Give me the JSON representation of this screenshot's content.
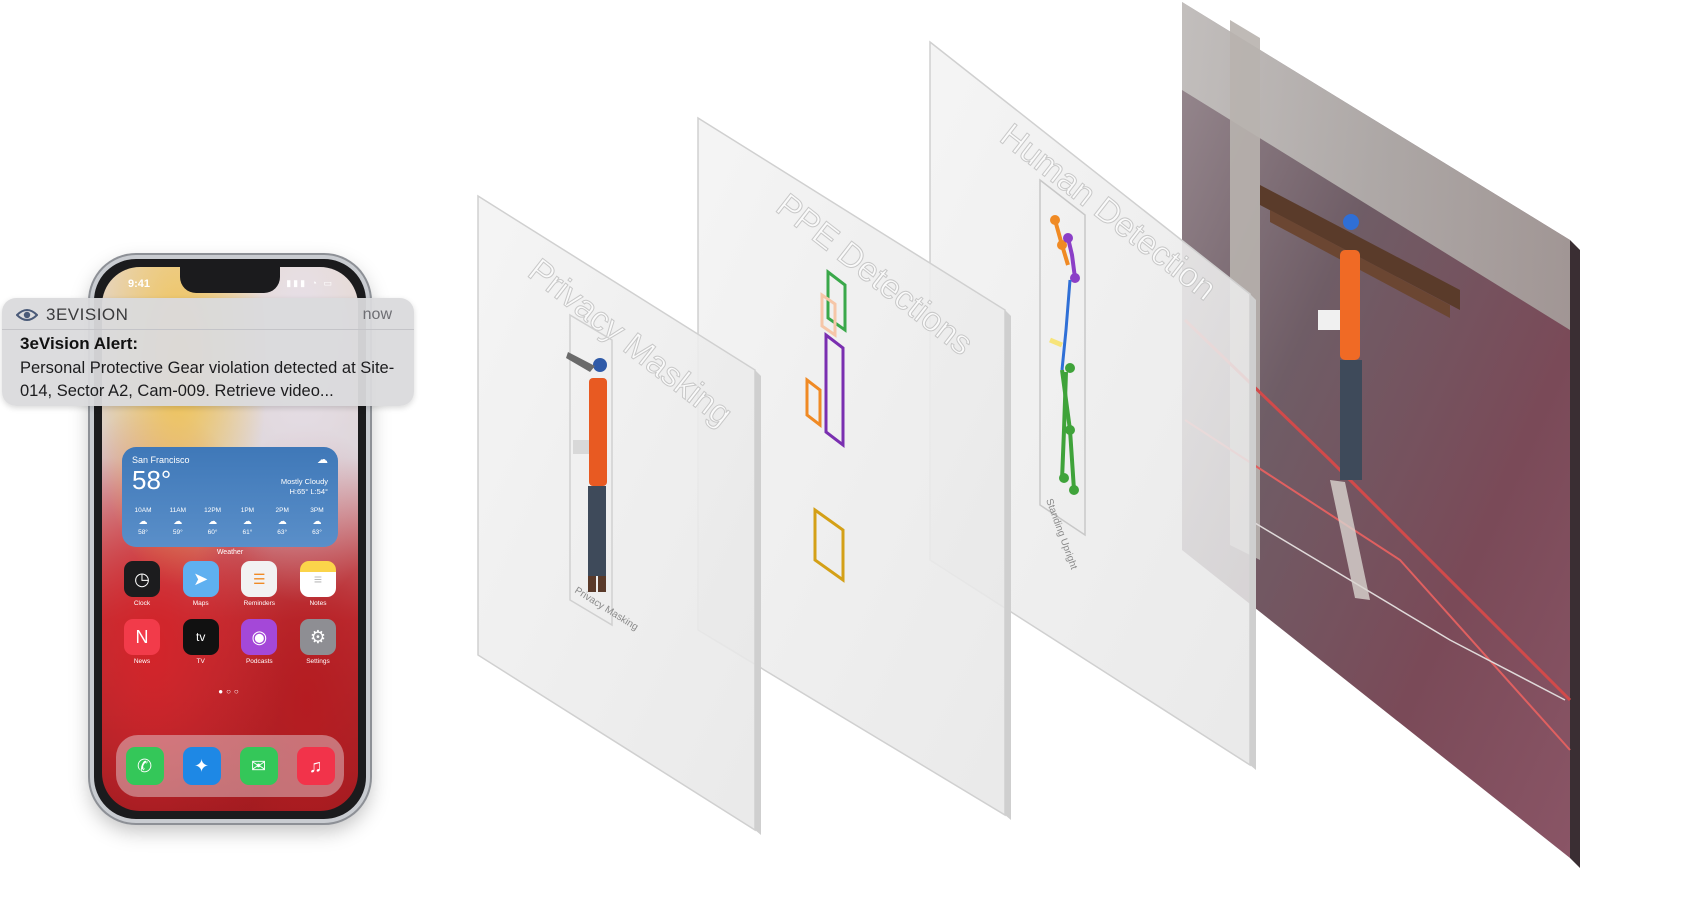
{
  "notification": {
    "app_name": "3EVISION",
    "time": "now",
    "title": "3eVision Alert:",
    "body": "Personal Protective Gear violation detected at Site-014, Sector A2, Cam-009. Retrieve video..."
  },
  "phone": {
    "status_time": "9:41",
    "weather": {
      "city": "San Francisco",
      "temp": "58°",
      "condition": "Mostly Cloudy",
      "high_low": "H:65° L:54°",
      "caption": "Weather",
      "hours": [
        {
          "time": "10AM",
          "temp": "58°"
        },
        {
          "time": "11AM",
          "temp": "59°"
        },
        {
          "time": "12PM",
          "temp": "60°"
        },
        {
          "time": "1PM",
          "temp": "61°"
        },
        {
          "time": "2PM",
          "temp": "63°"
        },
        {
          "time": "3PM",
          "temp": "63°"
        }
      ]
    },
    "apps_row1": [
      {
        "label": "Clock",
        "icon": "clock-icon",
        "color": "#1c1c1e"
      },
      {
        "label": "Maps",
        "icon": "maps-icon",
        "color": "#5fb0f0"
      },
      {
        "label": "Reminders",
        "icon": "reminders-icon",
        "color": "#f2f2f2"
      },
      {
        "label": "Notes",
        "icon": "notes-icon",
        "color": "#fbd44a"
      }
    ],
    "apps_row2": [
      {
        "label": "News",
        "icon": "news-icon",
        "color": "#f23b4a"
      },
      {
        "label": "TV",
        "icon": "tv-icon",
        "color": "#111111"
      },
      {
        "label": "Podcasts",
        "icon": "podcasts-icon",
        "color": "#a448d8"
      },
      {
        "label": "Settings",
        "icon": "settings-icon",
        "color": "#8e8e93"
      }
    ],
    "dock": [
      {
        "icon": "phone-icon",
        "color": "#34c759"
      },
      {
        "icon": "safari-icon",
        "color": "#1e88e5"
      },
      {
        "icon": "messages-icon",
        "color": "#34c759"
      },
      {
        "icon": "music-icon",
        "color": "#f2334a"
      }
    ]
  },
  "layers": {
    "privacy": {
      "title": "Privacy Masking",
      "box_label": "Privacy Masking"
    },
    "ppe": {
      "title": "PPE Detections"
    },
    "human": {
      "title": "Human Detection",
      "box_label": "Standing Upright"
    }
  },
  "colors": {
    "pose_blue": "#2f6fd6",
    "pose_orange": "#f08a24",
    "pose_purple": "#8b3fc7",
    "pose_green": "#3fa33a",
    "ppe_green": "#3aa84a",
    "ppe_purple": "#7a2fb0",
    "ppe_orange": "#f08a24",
    "ppe_gold": "#d4a017"
  }
}
